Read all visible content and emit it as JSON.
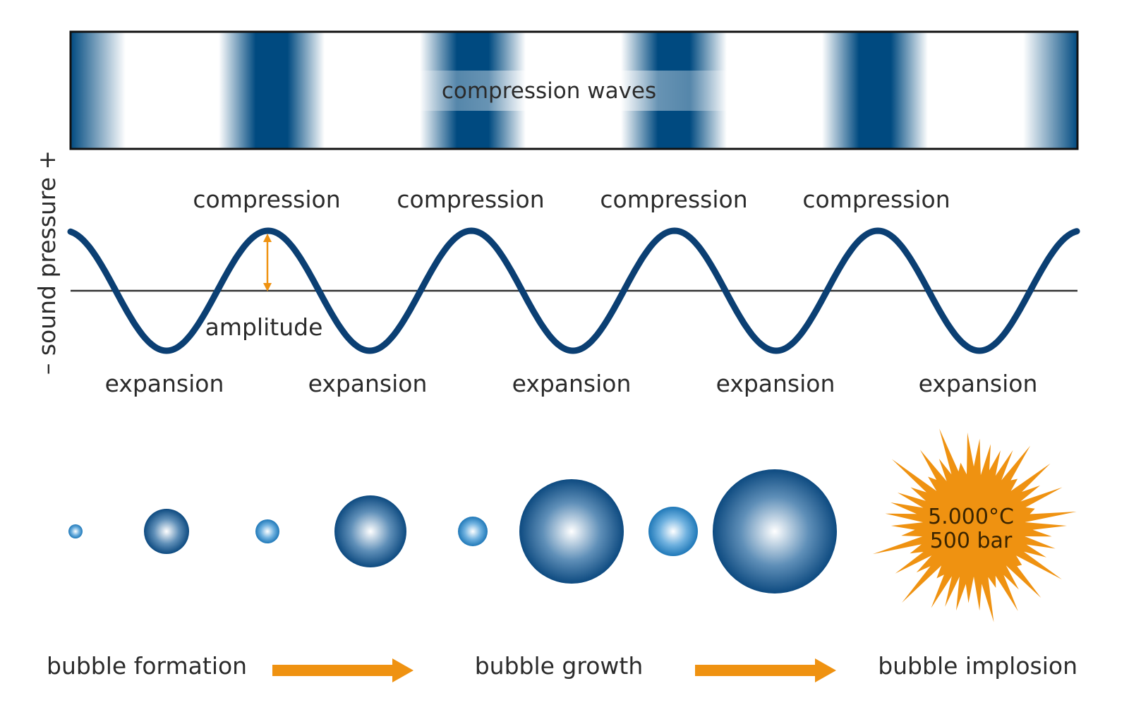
{
  "banner": {
    "label": "compression waves"
  },
  "axis": {
    "ylabel": "– sound pressure +"
  },
  "wave": {
    "compression_label": "compression",
    "expansion_label": "expansion",
    "amplitude_label": "amplitude"
  },
  "implosion": {
    "temperature": "5.000°C",
    "pressure": "500 bar"
  },
  "stages": {
    "formation": "bubble formation",
    "growth": "bubble growth",
    "implosion": "bubble implosion"
  },
  "colors": {
    "wave_blue": "#0b3f73",
    "bubble_dark": "#0d4a80",
    "bubble_small": "#2b83c4",
    "accent_orange": "#ef9211",
    "band_blue": "#004a80"
  },
  "icons": {
    "arrow": "right-arrow-icon",
    "star": "burst-icon"
  }
}
